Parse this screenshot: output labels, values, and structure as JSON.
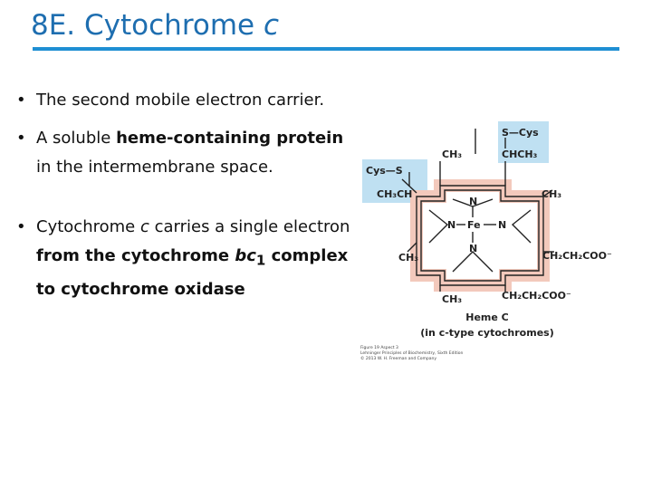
{
  "slide": {
    "title_prefix": "8E. Cytochrome ",
    "title_italic": "c",
    "bullets": {
      "b1": {
        "text": "The second mobile electron carrier."
      },
      "b2": {
        "pre": "A soluble ",
        "bold": "heme-containing protein",
        "post": " in the intermembrane space."
      },
      "b3": {
        "t1": "Cytochrome ",
        "i1": "c",
        "t2": " carries a single electron ",
        "bold1": "from the cytochrome ",
        "bold_italic": "bc",
        "sub": "1",
        "bold2": " complex to cytochrome oxidase"
      }
    }
  },
  "diagram": {
    "caption_line1": "Heme C",
    "caption_line2": "(in c-type cytochromes)",
    "labels": {
      "s_cys_top": "S—Cys",
      "chch3": "CHCH₃",
      "ch3_top": "CH₃",
      "cys_s": "Cys—S",
      "ch3ch": "CH₃CH",
      "ch3_right_top": "CH₃",
      "n_top": "N",
      "n_left": "N",
      "fe": "Fe",
      "n_right": "N",
      "n_bottom": "N",
      "ch3_left": "CH₃",
      "ch2ch2coo_right": "CH₂CH₂COO⁻",
      "ch3_bottom": "CH₃",
      "ch2ch2coo_bottom": "CH₂CH₂COO⁻"
    },
    "figure_credit": {
      "line1": "Figure 19 Aspect 3",
      "line2": "Lehninger Principles of Biochemistry, Sixth Edition",
      "line3": "© 2013 W. H. Freeman and Company"
    }
  },
  "colors": {
    "title": "#1e6eb0",
    "rule": "#1f8fd3",
    "heme_highlight": "#f3c9bc",
    "cys_highlight": "#bfe0f2"
  }
}
